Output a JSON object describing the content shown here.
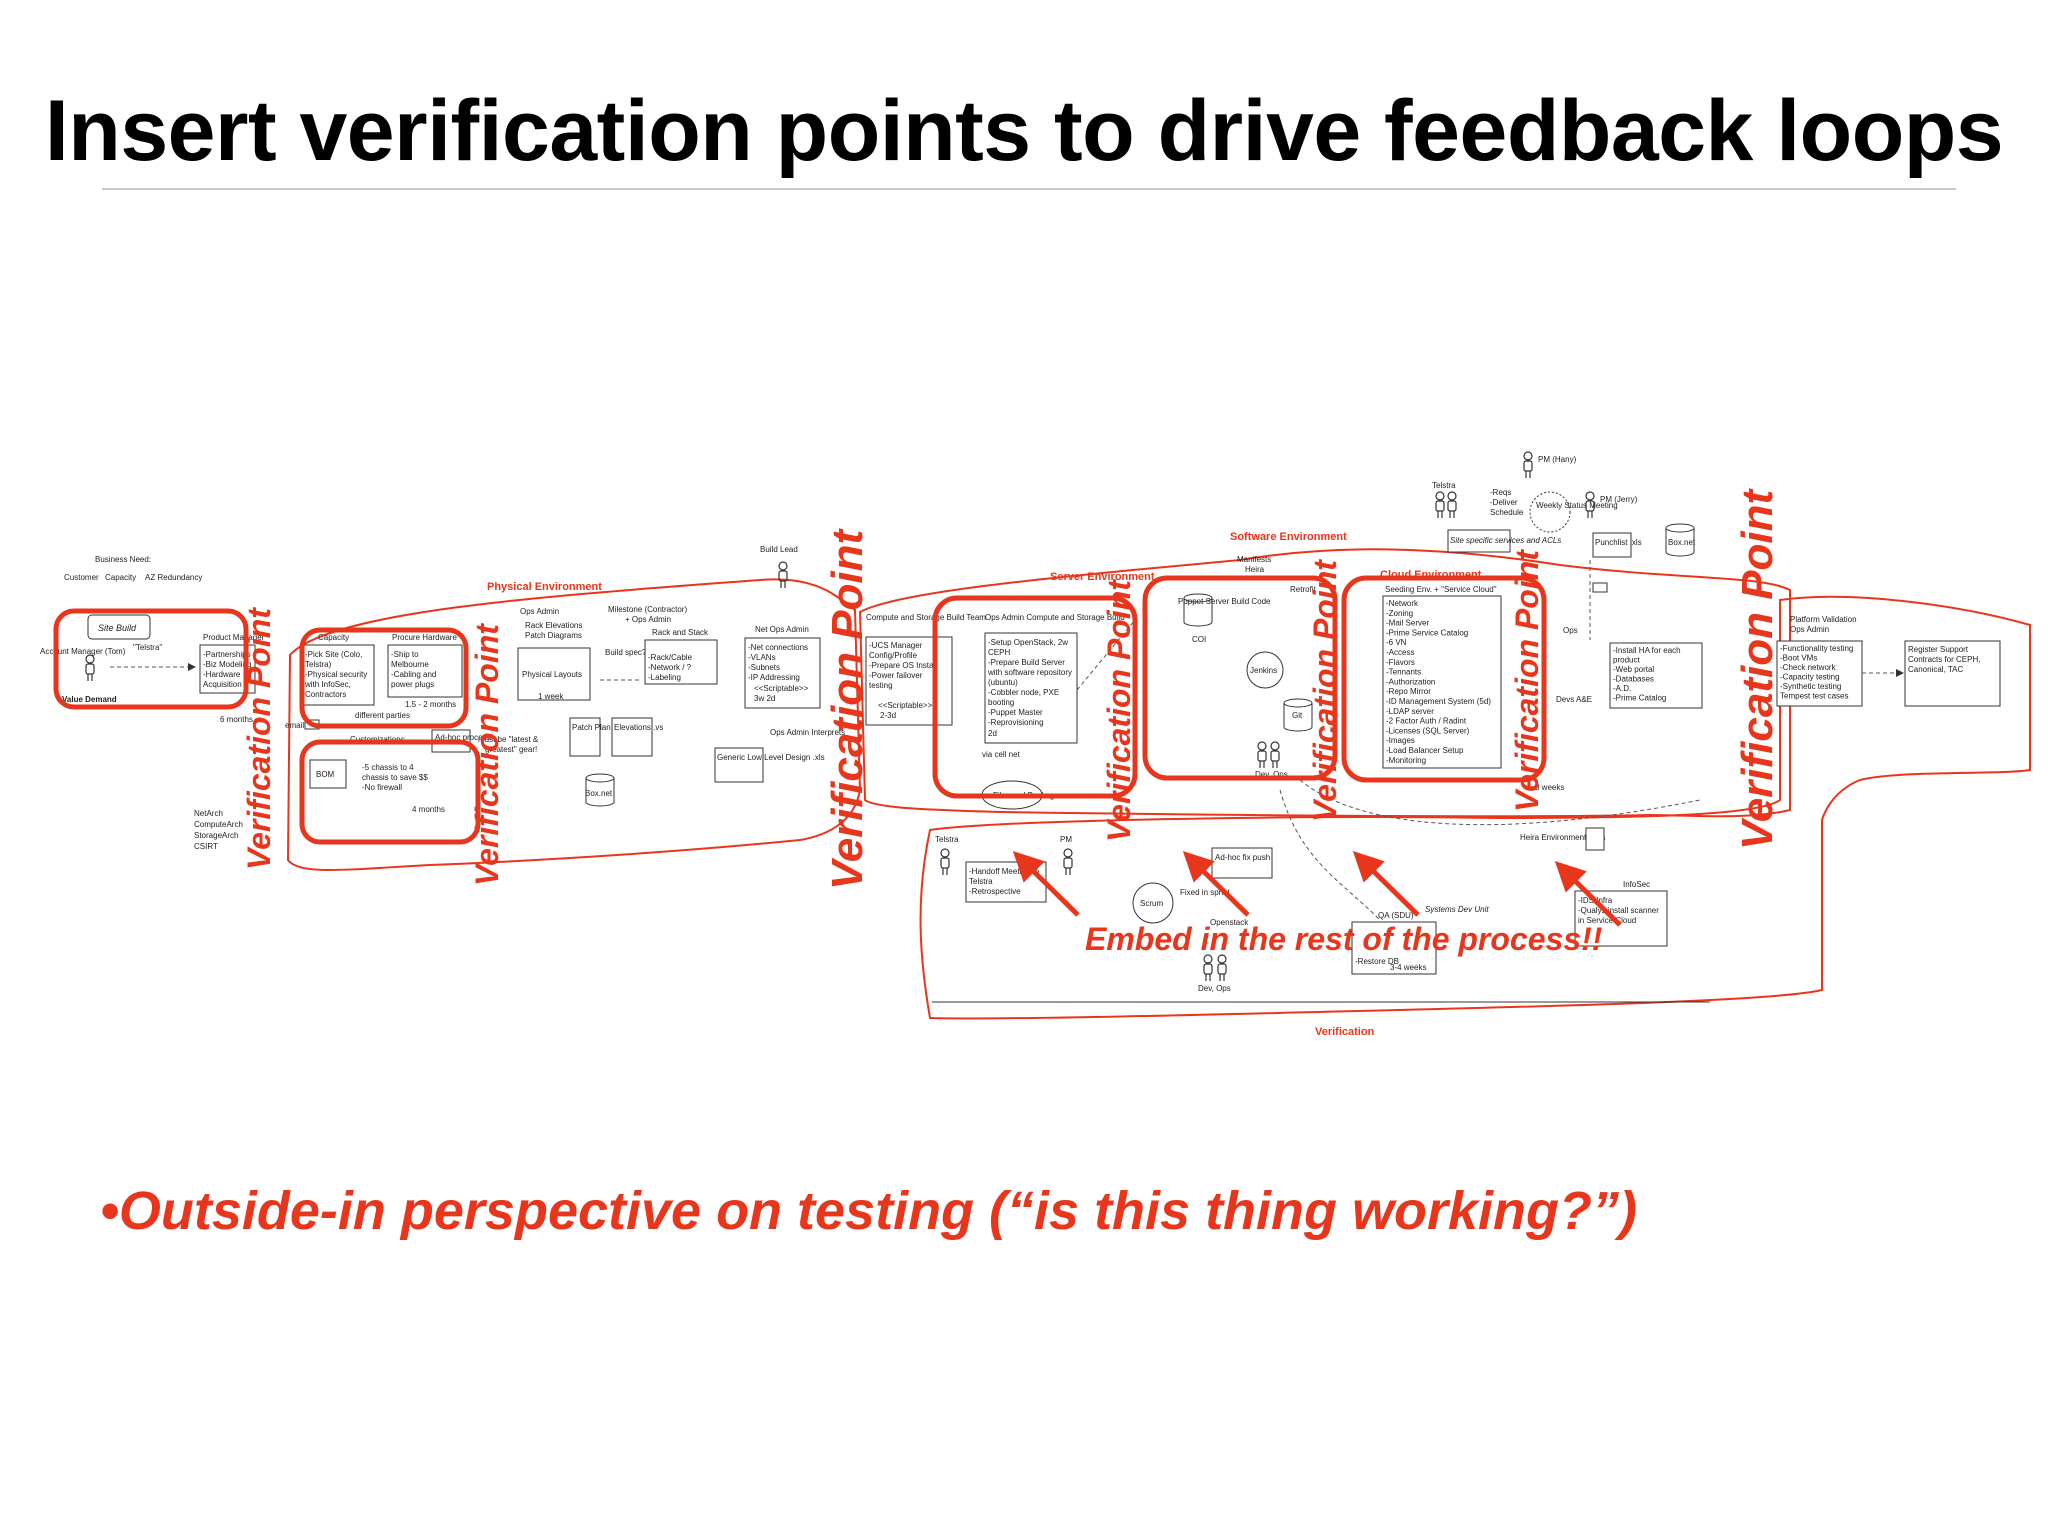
{
  "slide": {
    "title": "Insert verification points to drive feedback loops",
    "bullet": "•Outside-in perspective on testing (“is this thing working?”)",
    "embed_text": "Embed in the rest of the process!!",
    "verification_point_label": "Verification Point",
    "accent_color": "#e8361c"
  },
  "environments": {
    "physical": "Physical Environment",
    "server": "Server Environment",
    "software": "Software Environment",
    "cloud": "Cloud Environment",
    "verification": "Verification"
  },
  "nodes": {
    "business_need": "Business Need:",
    "customer": "Customer",
    "capacity_need": "Capacity",
    "az_redundancy": "AZ Redundancy",
    "site_build": "Site Build",
    "account_manager": "Account Manager (Tom)",
    "telstra_quote": "\"Telstra\"",
    "value_demand": "Value Demand",
    "product_manager": "Product Manager",
    "product_manager_items": [
      "-Partnerships",
      "-Biz Modeling",
      "-Hardware",
      "Acquisition"
    ],
    "six_months": "6 months",
    "capacity": "Capacity",
    "capacity_items": [
      "-Pick Site (Colo,",
      "Telstra)",
      "-Physical security",
      "with InfoSec,",
      "Contractors"
    ],
    "procure_hardware": "Procure Hardware",
    "procure_items": [
      "-Ship to",
      "Melbourne",
      "-Cabling and",
      "power plugs",
      "1.5 - 2 months"
    ],
    "email": "email",
    "different_parties": "different parties",
    "customizations": "Customizations",
    "adhoc_process": "Ad-hoc process",
    "must_latest": "must be \"latest &",
    "greatest": "greatest\" gear!",
    "bom": "BOM",
    "bom_items": [
      "-5 chassis to 4",
      "chassis to save $$",
      "-No firewall"
    ],
    "four_months": "4 months",
    "netarch": "NetArch",
    "computearch": "ComputeArch",
    "storagearch": "StorageArch",
    "csirt": "CSIRT",
    "ops_admin": "Ops Admin",
    "rack_elevations": "Rack Elevations",
    "patch_diagrams": "Patch Diagrams",
    "physical_layouts": "Physical Layouts",
    "one_week": "1 week",
    "build_spec": "Build spec?",
    "milestone": "Milestone (Contractor)",
    "plus_ops_admin": "+ Ops Admin",
    "rack_and_stack": "Rack and Stack",
    "rack_items": [
      "-Rack/Cable",
      "-Network / ?",
      "-Labeling"
    ],
    "patch_plan": "Patch Plan .xls",
    "elevations": "Elevations .vs",
    "box_net": "Box.net",
    "build_lead": "Build Lead",
    "net_ops_admin": "Net Ops Admin",
    "net_items": [
      "-Net connections",
      "-VLANs",
      "-Subnets",
      "-IP Addressing",
      "<<Scriptable>>",
      "3w 2d"
    ],
    "generic_lld": "Generic Low Level Design .xls",
    "ops_admin_interprets": "Ops Admin Interprets",
    "compute_storage_team": "Compute and Storage Build Team",
    "ucs_items": [
      "-UCS Manager",
      "Config/Profile",
      "-Prepare OS Install",
      "-Power failover",
      "testing",
      "<<Scriptable>>",
      "2-3d"
    ],
    "ops_admin_compute": "Ops Admin Compute and Storage Build",
    "compute_items": [
      "-Setup OpenStack,  2w",
      "CEPH",
      "-Prepare Build Server",
      "with software repository",
      "(ubuntu)",
      "-Cobbler node, PXE",
      "booting",
      "-Puppet Master",
      "-Reprovisioning",
      "2d"
    ],
    "via_cell_net": "via cell net",
    "files_packages": "Files and Packages",
    "manifests": "Manifests",
    "heira": "Heira",
    "puppet": "Puppet Server Build Code",
    "coi": "COI",
    "jenkins": "Jenkins",
    "git": "Git",
    "retrofit": "Retrofit",
    "dev_ops": "Dev, Ops",
    "seeding_env": "Seeding Env. + \"Service Cloud\"",
    "seeding_items": [
      "-Network",
      "-Zoning",
      "-Mail Server",
      "-Prime Service Catalog",
      "-6 VN",
      "-Access",
      "-Flavors",
      "-Tennants",
      "-Authorization",
      "-Repo Mirror",
      "-ID Management System (5d)",
      "-LDAP server",
      "-2 Factor Auth / Radint",
      "-Licenses (SQL Server)",
      "-Images",
      "-Load Balancer Setup",
      "-Monitoring"
    ],
    "three_weeks": "3 weeks",
    "telstra": "Telstra",
    "pm_hany": "PM (Hany)",
    "pm_jerry": "PM (Jerry)",
    "reqs": [
      "-Reqs",
      "-Deliver",
      "Schedule"
    ],
    "weekly_status": "Weekly Status Meeting",
    "site_specific": "Site specific services and ACLs",
    "punchlist": "Punchlist .xls",
    "ops": "Ops",
    "devs_ae": "Devs A&E",
    "ha_items": [
      "-Install HA for each",
      "product",
      "-Web portal",
      "-Databases",
      "-A.D.",
      "-Prime Catalog"
    ],
    "platform_validation": "Platform Validation",
    "platform_ops_admin": "Ops Admin",
    "validation_items": [
      "-Functionality testing",
      "-Boot VMs",
      "-Check network",
      "-Capacity testing",
      "-Synthetic testing",
      "Tempest test cases"
    ],
    "register_support": [
      "Register Support",
      "Contracts for CEPH,",
      "Canonical, TAC"
    ],
    "pm": "PM",
    "handoff": [
      "-Handoff Meeting to",
      "Telstra",
      "-Retrospective"
    ],
    "adhoc_fix": "Ad-hoc fix push",
    "scrum": "Scrum",
    "fixed_in_sprint": "Fixed in sprint",
    "openstack": "Openstack",
    "qa_sdu": "QA (SDU)",
    "restore_db": "-Restore DB",
    "three_four_weeks": "3-4 weeks",
    "systems_dev_unit": "Systems Dev Unit",
    "heira_env_data": "Heira Environment Data",
    "infosec": "InfoSec",
    "ids_items": [
      "-IDS Infra",
      "-Qualys install scanner",
      "in Service Cloud"
    ]
  }
}
